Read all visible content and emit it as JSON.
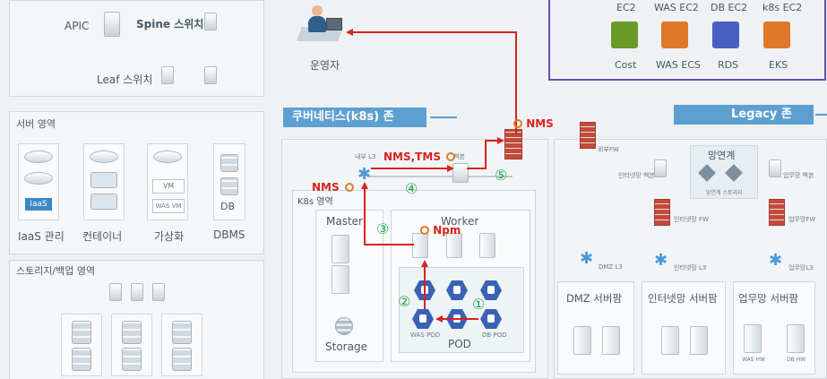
{
  "top_left": {
    "apic": "APIC",
    "spine": "Spine 스위치",
    "leaf": "Leaf 스위치"
  },
  "server_zone": {
    "title": "서버 영역",
    "iaas_chip": "IaaS",
    "vm_chip1": "VM",
    "vm_chip2": "WAS VM",
    "db_chip": "DB",
    "labels": [
      "IaaS 관리",
      "컨테이너",
      "가상화",
      "DBMS"
    ]
  },
  "storage_zone": {
    "title": "스토리지/백업 영역"
  },
  "operator": {
    "label": "운영자"
  },
  "aws": {
    "labels": [
      "EC2",
      "WAS EC2",
      "DB EC2",
      "k8s EC2"
    ],
    "icon_labels": [
      "Cost",
      "WAS ECS",
      "RDS",
      "EKS"
    ],
    "colors": [
      "#6a9a2a",
      "#e0782a",
      "#4a5fc2",
      "#e0782a"
    ]
  },
  "k8s": {
    "banner": "쿠버네티스(k8s) 존",
    "area_label": "K8s 영역",
    "inner_l3": "내부 L3",
    "backbone": "백본",
    "master": "Master",
    "worker": "Worker",
    "storage": "Storage",
    "pod": "POD",
    "was_pod": "WAS POD",
    "db_pod": "DB POD"
  },
  "annotations": {
    "nms": "NMS",
    "nms_tms": "NMS,TMS",
    "npm": "Npm",
    "nums": [
      "①",
      "②",
      "③",
      "④",
      "⑤"
    ]
  },
  "legacy": {
    "banner": "Legacy 존",
    "fw_top": "외부FW",
    "mangyeon": "망연계",
    "mangyeon_sub": "망연계 스토리지",
    "internet_backbone": "인터넷망 백본",
    "business_backbone": "업무망 백본",
    "internet_fw": "인터넷망 FW",
    "business_fw": "업무망FW",
    "dmz_l3": "DMZ L3",
    "internet_l3": "인터넷망 L3",
    "business_l3": "업무망L3",
    "farms": [
      "DMZ 서버팜",
      "인터넷망 서버팜",
      "업무망 서버팜"
    ],
    "was_hw": "WAS HW",
    "db_hw": "DB HW"
  }
}
